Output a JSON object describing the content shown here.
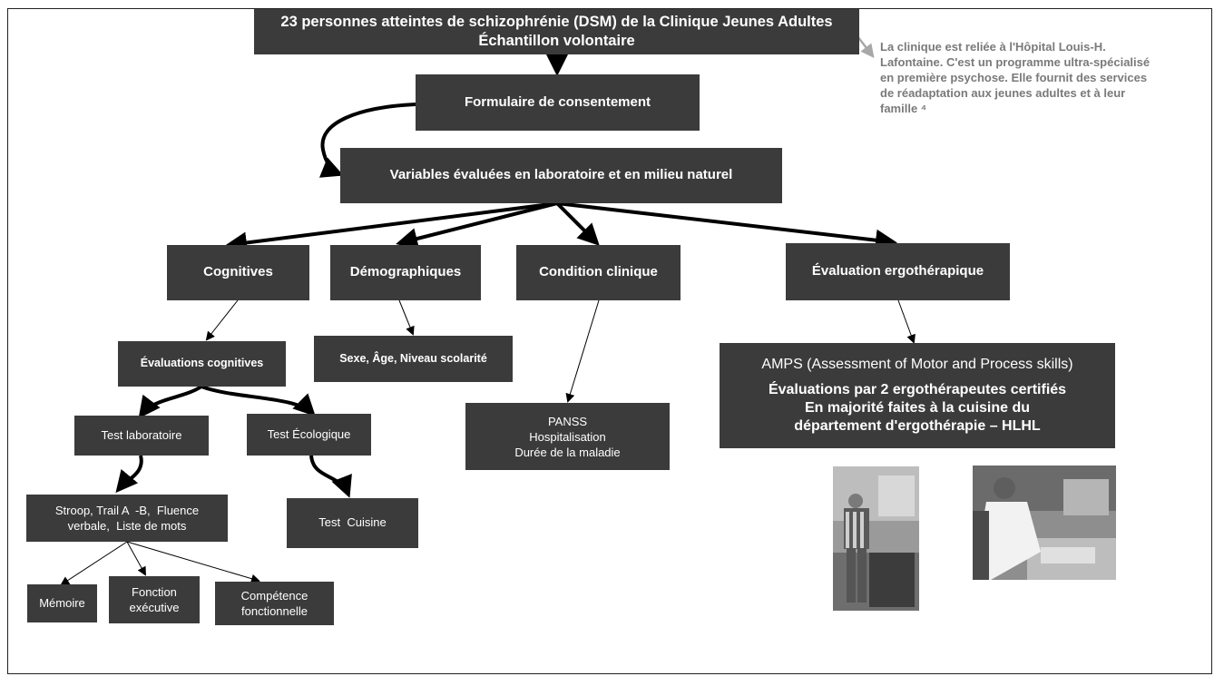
{
  "title": {
    "line1": "23 personnes atteintes de schizophrénie (DSM) de la Clinique Jeunes Adultes",
    "line2": "Échantillon volontaire"
  },
  "note": "La clinique est reliée à l'Hôpital Louis-H. Lafontaine. C'est un programme ultra-spécialisé en première psychose. Elle fournit des services de réadaptation aux jeunes adultes et à leur famille ⁴",
  "consent": "Formulaire de consentement",
  "variables": "Variables évaluées en laboratoire et en milieu naturel",
  "categories": {
    "cognitives": "Cognitives",
    "demo": "Démographiques",
    "clinique": "Condition clinique",
    "ergo": "Évaluation ergothérapique"
  },
  "eval_cog": "Évaluations cognitives",
  "demo_details": "Sexe, Âge, Niveau scolarité",
  "clinique_details": [
    "PANSS",
    "Hospitalisation",
    "Durée de la maladie"
  ],
  "ergo_details": {
    "line1": "AMPS (Assessment of Motor and Process skills)",
    "line2": "Évaluations par 2 ergothérapeutes certifiés",
    "line3": "En majorité faites à la cuisine du",
    "line4": "département d'ergothérapie – HLHL"
  },
  "test_lab": "Test laboratoire",
  "test_eco": "Test Écologique",
  "lab_tests": [
    "Stroop, Trail A  -B,  Fluence",
    "verbale,  Liste de mots"
  ],
  "test_cuisine": "Test  Cuisine",
  "outcomes": {
    "memoire": "Mémoire",
    "fonction": [
      "Fonction",
      "exécutive"
    ],
    "competence": [
      "Compétence",
      "fonctionnelle"
    ]
  },
  "colors": {
    "box": "#3b3b3b",
    "text": "#ffffff",
    "note": "#7a7a7a",
    "arrow_grey": "#a8a8a8"
  }
}
